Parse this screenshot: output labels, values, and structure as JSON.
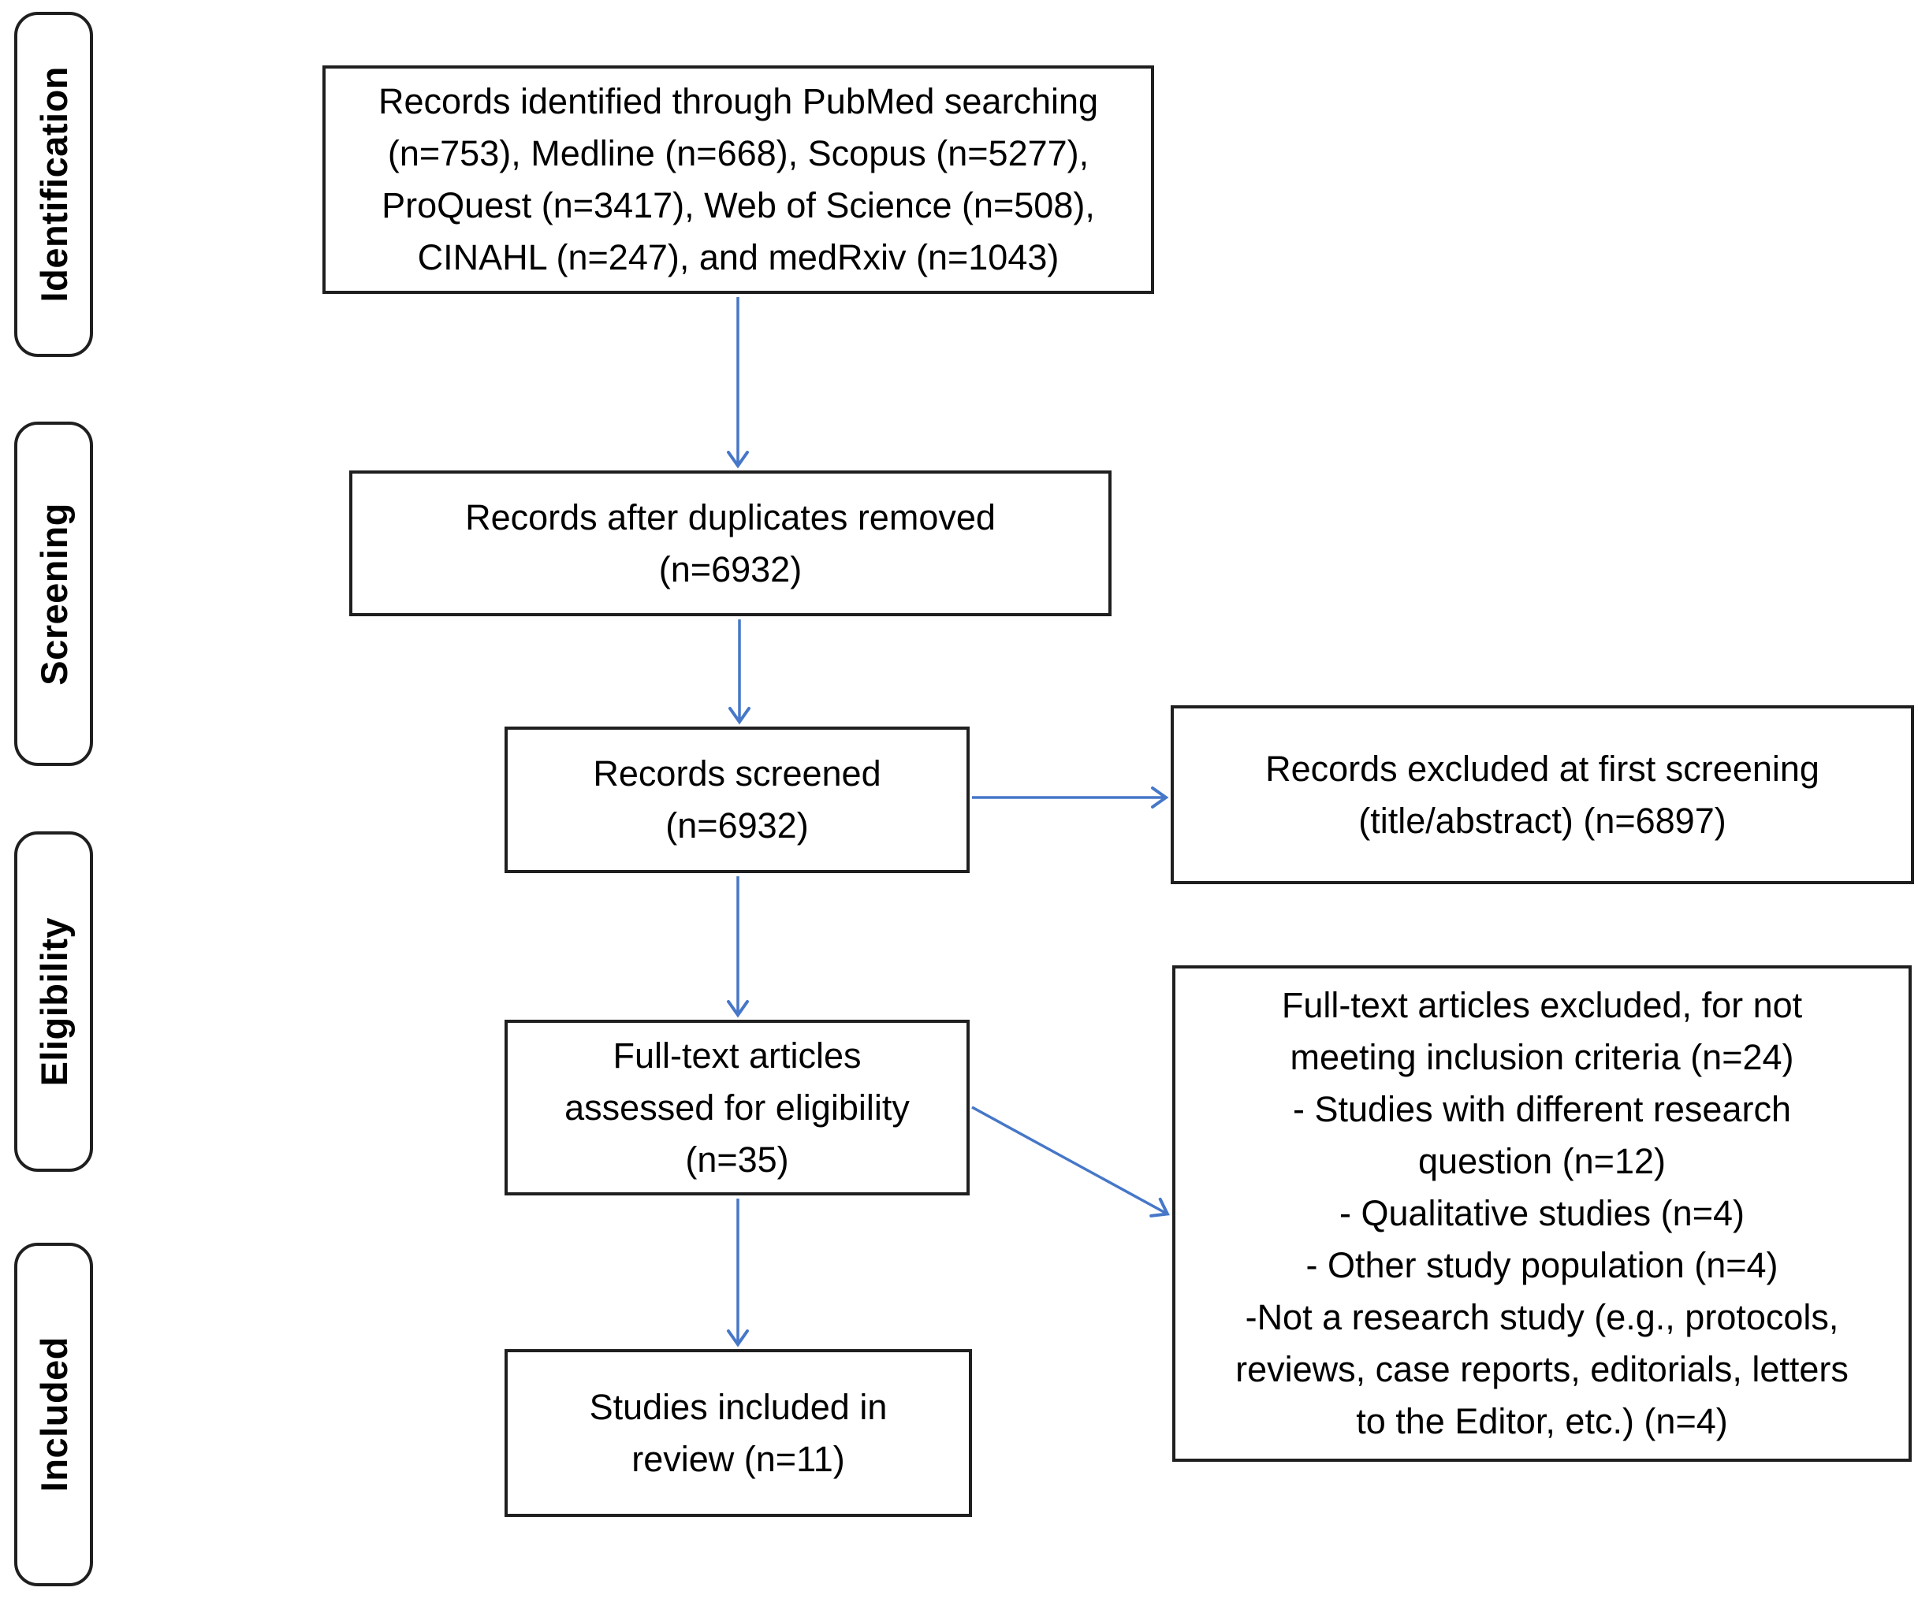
{
  "stages": [
    {
      "label": "Identification"
    },
    {
      "label": "Screening"
    },
    {
      "label": "Eligibility"
    },
    {
      "label": "Included"
    }
  ],
  "boxes": {
    "identified": {
      "lines": [
        "Records identified through PubMed searching",
        "(n=753), Medline (n=668), Scopus (n=5277),",
        "ProQuest (n=3417), Web of Science (n=508),",
        "CINAHL (n=247), and medRxiv (n=1043)"
      ]
    },
    "duplicates_removed": {
      "lines": [
        "Records after duplicates removed",
        "(n=6932)"
      ]
    },
    "screened": {
      "lines": [
        "Records screened",
        "(n=6932)"
      ]
    },
    "excluded_first_screening": {
      "lines": [
        "Records excluded at first screening",
        "(title/abstract) (n=6897)"
      ]
    },
    "fulltext_assessed": {
      "lines": [
        "Full-text articles",
        "assessed for eligibility",
        "(n=35)"
      ]
    },
    "fulltext_excluded": {
      "lines": [
        "Full-text articles excluded, for not",
        "meeting inclusion criteria (n=24)",
        "- Studies with different research",
        "question (n=12)",
        "- Qualitative studies (n=4)",
        "- Other study population (n=4)",
        "-Not a research study (e.g., protocols,",
        "reviews, case reports, editorials, letters",
        "to the Editor, etc.) (n=4)"
      ]
    },
    "included_in_review": {
      "lines": [
        "Studies included in",
        "review (n=11)"
      ]
    }
  },
  "colors": {
    "arrow_blue": "#4677C8",
    "box_border": "#1f1f1f",
    "text": "#000000",
    "background": "#ffffff"
  }
}
